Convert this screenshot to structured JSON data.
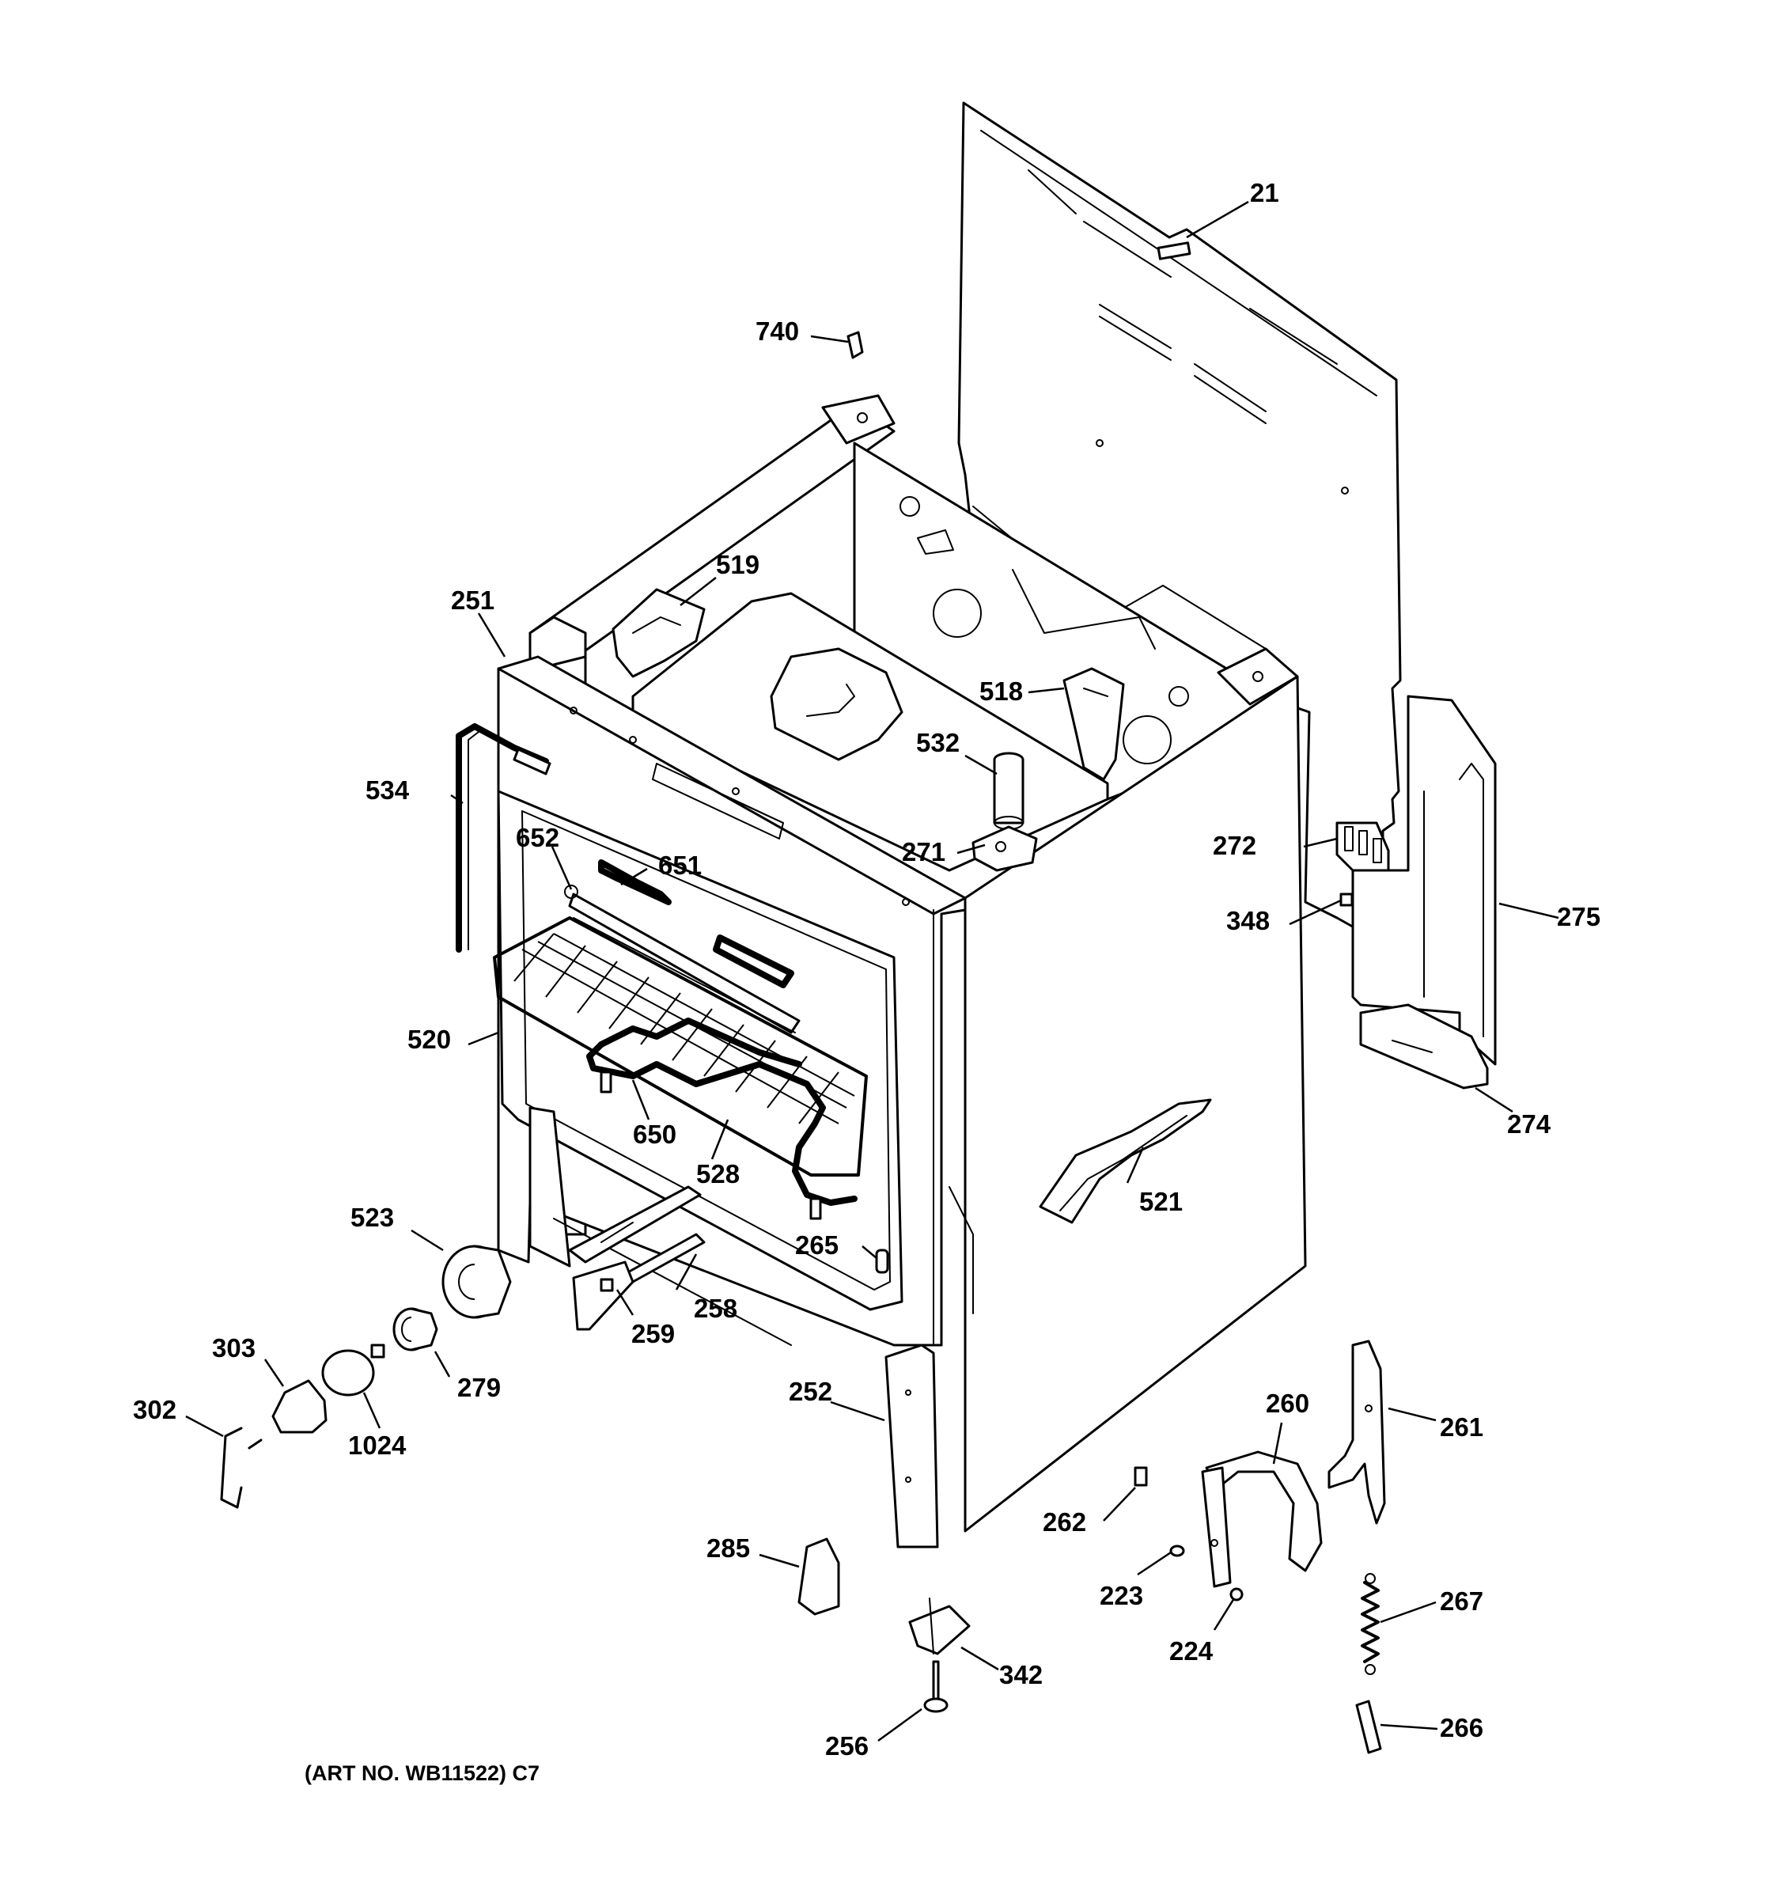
{
  "diagram": {
    "caption": "(ART NO. WB11522) C7",
    "labels": {
      "l21": "21",
      "l740": "740",
      "l519": "519",
      "l251": "251",
      "l518": "518",
      "l534": "534",
      "l532": "532",
      "l652": "652",
      "l651": "651",
      "l271": "271",
      "l272": "272",
      "l348": "348",
      "l275": "275",
      "l520": "520",
      "l274": "274",
      "l650": "650",
      "l528": "528",
      "l521": "521",
      "l523": "523",
      "l265": "265",
      "l258": "258",
      "l259": "259",
      "l303": "303",
      "l279": "279",
      "l302": "302",
      "l1024": "1024",
      "l252": "252",
      "l260": "260",
      "l261": "261",
      "l262": "262",
      "l285": "285",
      "l223": "223",
      "l267": "267",
      "l224": "224",
      "l342": "342",
      "l266": "266",
      "l256": "256"
    }
  }
}
